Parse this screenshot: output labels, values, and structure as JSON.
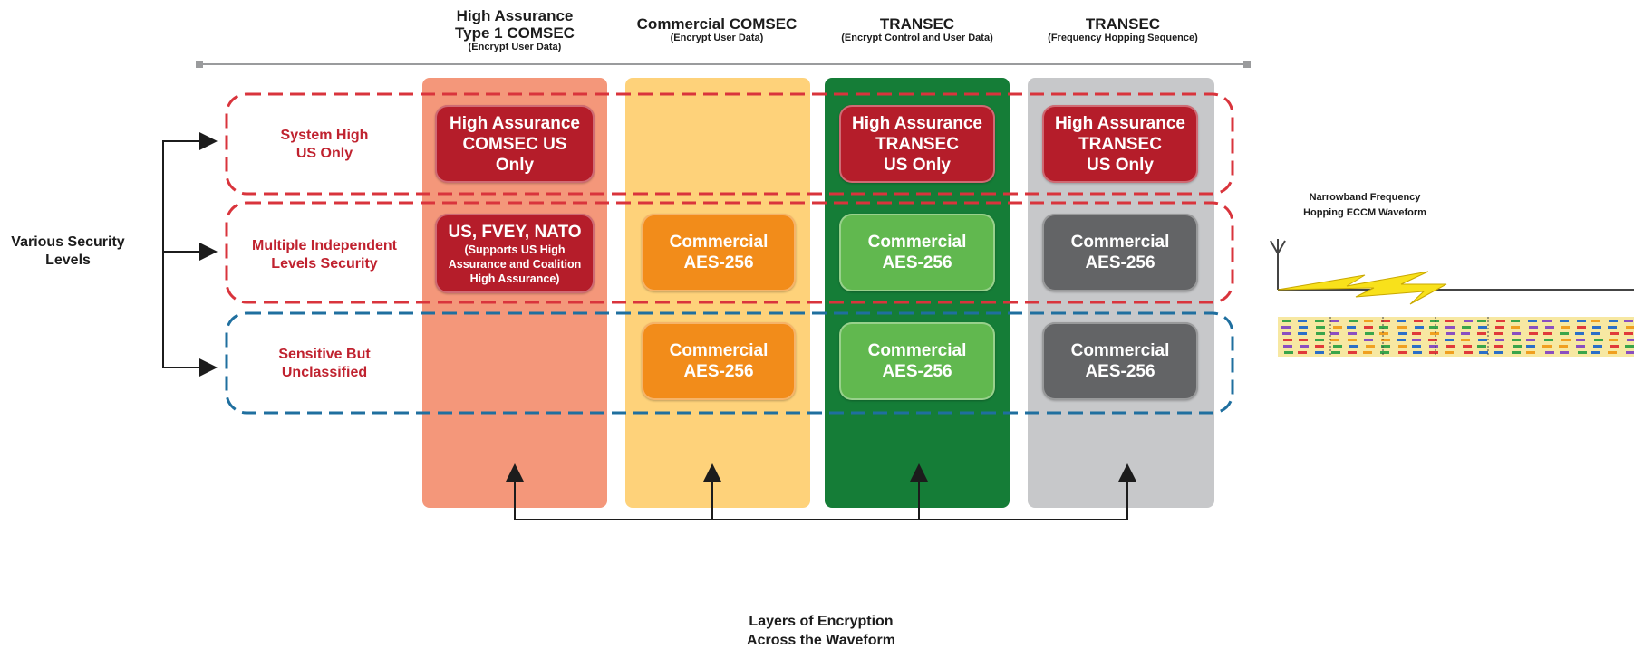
{
  "columns": [
    {
      "title_line1": "High Assurance",
      "title_line2": "Type 1 COMSEC",
      "subtitle": "(Encrypt User Data)",
      "color": "#f4977a"
    },
    {
      "title_line1": "Commercial COMSEC",
      "subtitle": "(Encrypt User Data)",
      "color": "#fed27a"
    },
    {
      "title_line1": "TRANSEC",
      "subtitle": "(Encrypt Control and User Data)",
      "color": "#157d37"
    },
    {
      "title_line1": "TRANSEC",
      "subtitle": "(Frequency Hopping Sequence)",
      "color": "#c7c8ca"
    }
  ],
  "levels": [
    {
      "line1": "System High",
      "line2": "US Only",
      "border_color": "#d9343c"
    },
    {
      "line1": "Multiple Independent",
      "line2": "Levels Security",
      "border_color": "#d9343c"
    },
    {
      "line1": "Sensitive But",
      "line2": "Unclassified",
      "border_color": "#1f6f9f"
    }
  ],
  "boxes": {
    "comsec_high": {
      "line1": "High Assurance",
      "line2": "COMSEC US Only"
    },
    "comsec_mils": {
      "line1": "US, FVEY, NATO",
      "sub1": "(Supports US High",
      "sub2": "Assurance and Coalition",
      "sub3": "High Assurance)"
    },
    "commercial_mils": {
      "line1": "Commercial",
      "line2": "AES-256"
    },
    "commercial_sbu": {
      "line1": "Commercial",
      "line2": "AES-256"
    },
    "transec_high": {
      "line1": "High Assurance",
      "line2": "TRANSEC",
      "line3": "US Only"
    },
    "transec_mils": {
      "line1": "Commercial",
      "line2": "AES-256"
    },
    "transec_sbu": {
      "line1": "Commercial",
      "line2": "AES-256"
    },
    "hop_high": {
      "line1": "High Assurance",
      "line2": "TRANSEC",
      "line3": "US Only"
    },
    "hop_mils": {
      "line1": "Commercial",
      "line2": "AES-256"
    },
    "hop_sbu": {
      "line1": "Commercial",
      "line2": "AES-256"
    }
  },
  "left_label": {
    "line1": "Various Security",
    "line2": "Levels"
  },
  "bottom_label": {
    "line1": "Layers of Encryption",
    "line2": "Across the Waveform"
  },
  "side_panel": {
    "line1": "Narrowband Frequency",
    "line2": "Hopping ECCM Waveform"
  }
}
